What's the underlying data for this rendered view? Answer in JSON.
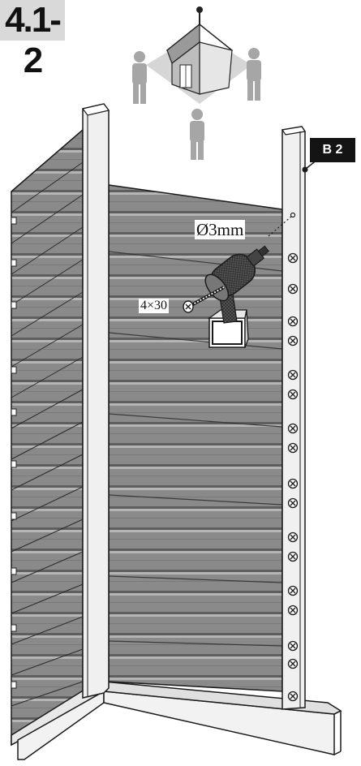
{
  "step": {
    "label": "4.1-2"
  },
  "badge": {
    "text": "B 2"
  },
  "callouts": {
    "drill_diameter": "Ø3mm",
    "screw_size": "4×30"
  },
  "icons": [
    "shed-orientation-icon",
    "person-icon",
    "drill-icon",
    "screw-icon",
    "screw-head-icon"
  ],
  "colors": {
    "panel": "#8c8c8c",
    "post": "#ececec",
    "outline": "#1a1a1a",
    "person": "#a6a6a6",
    "badge": "#141414"
  }
}
